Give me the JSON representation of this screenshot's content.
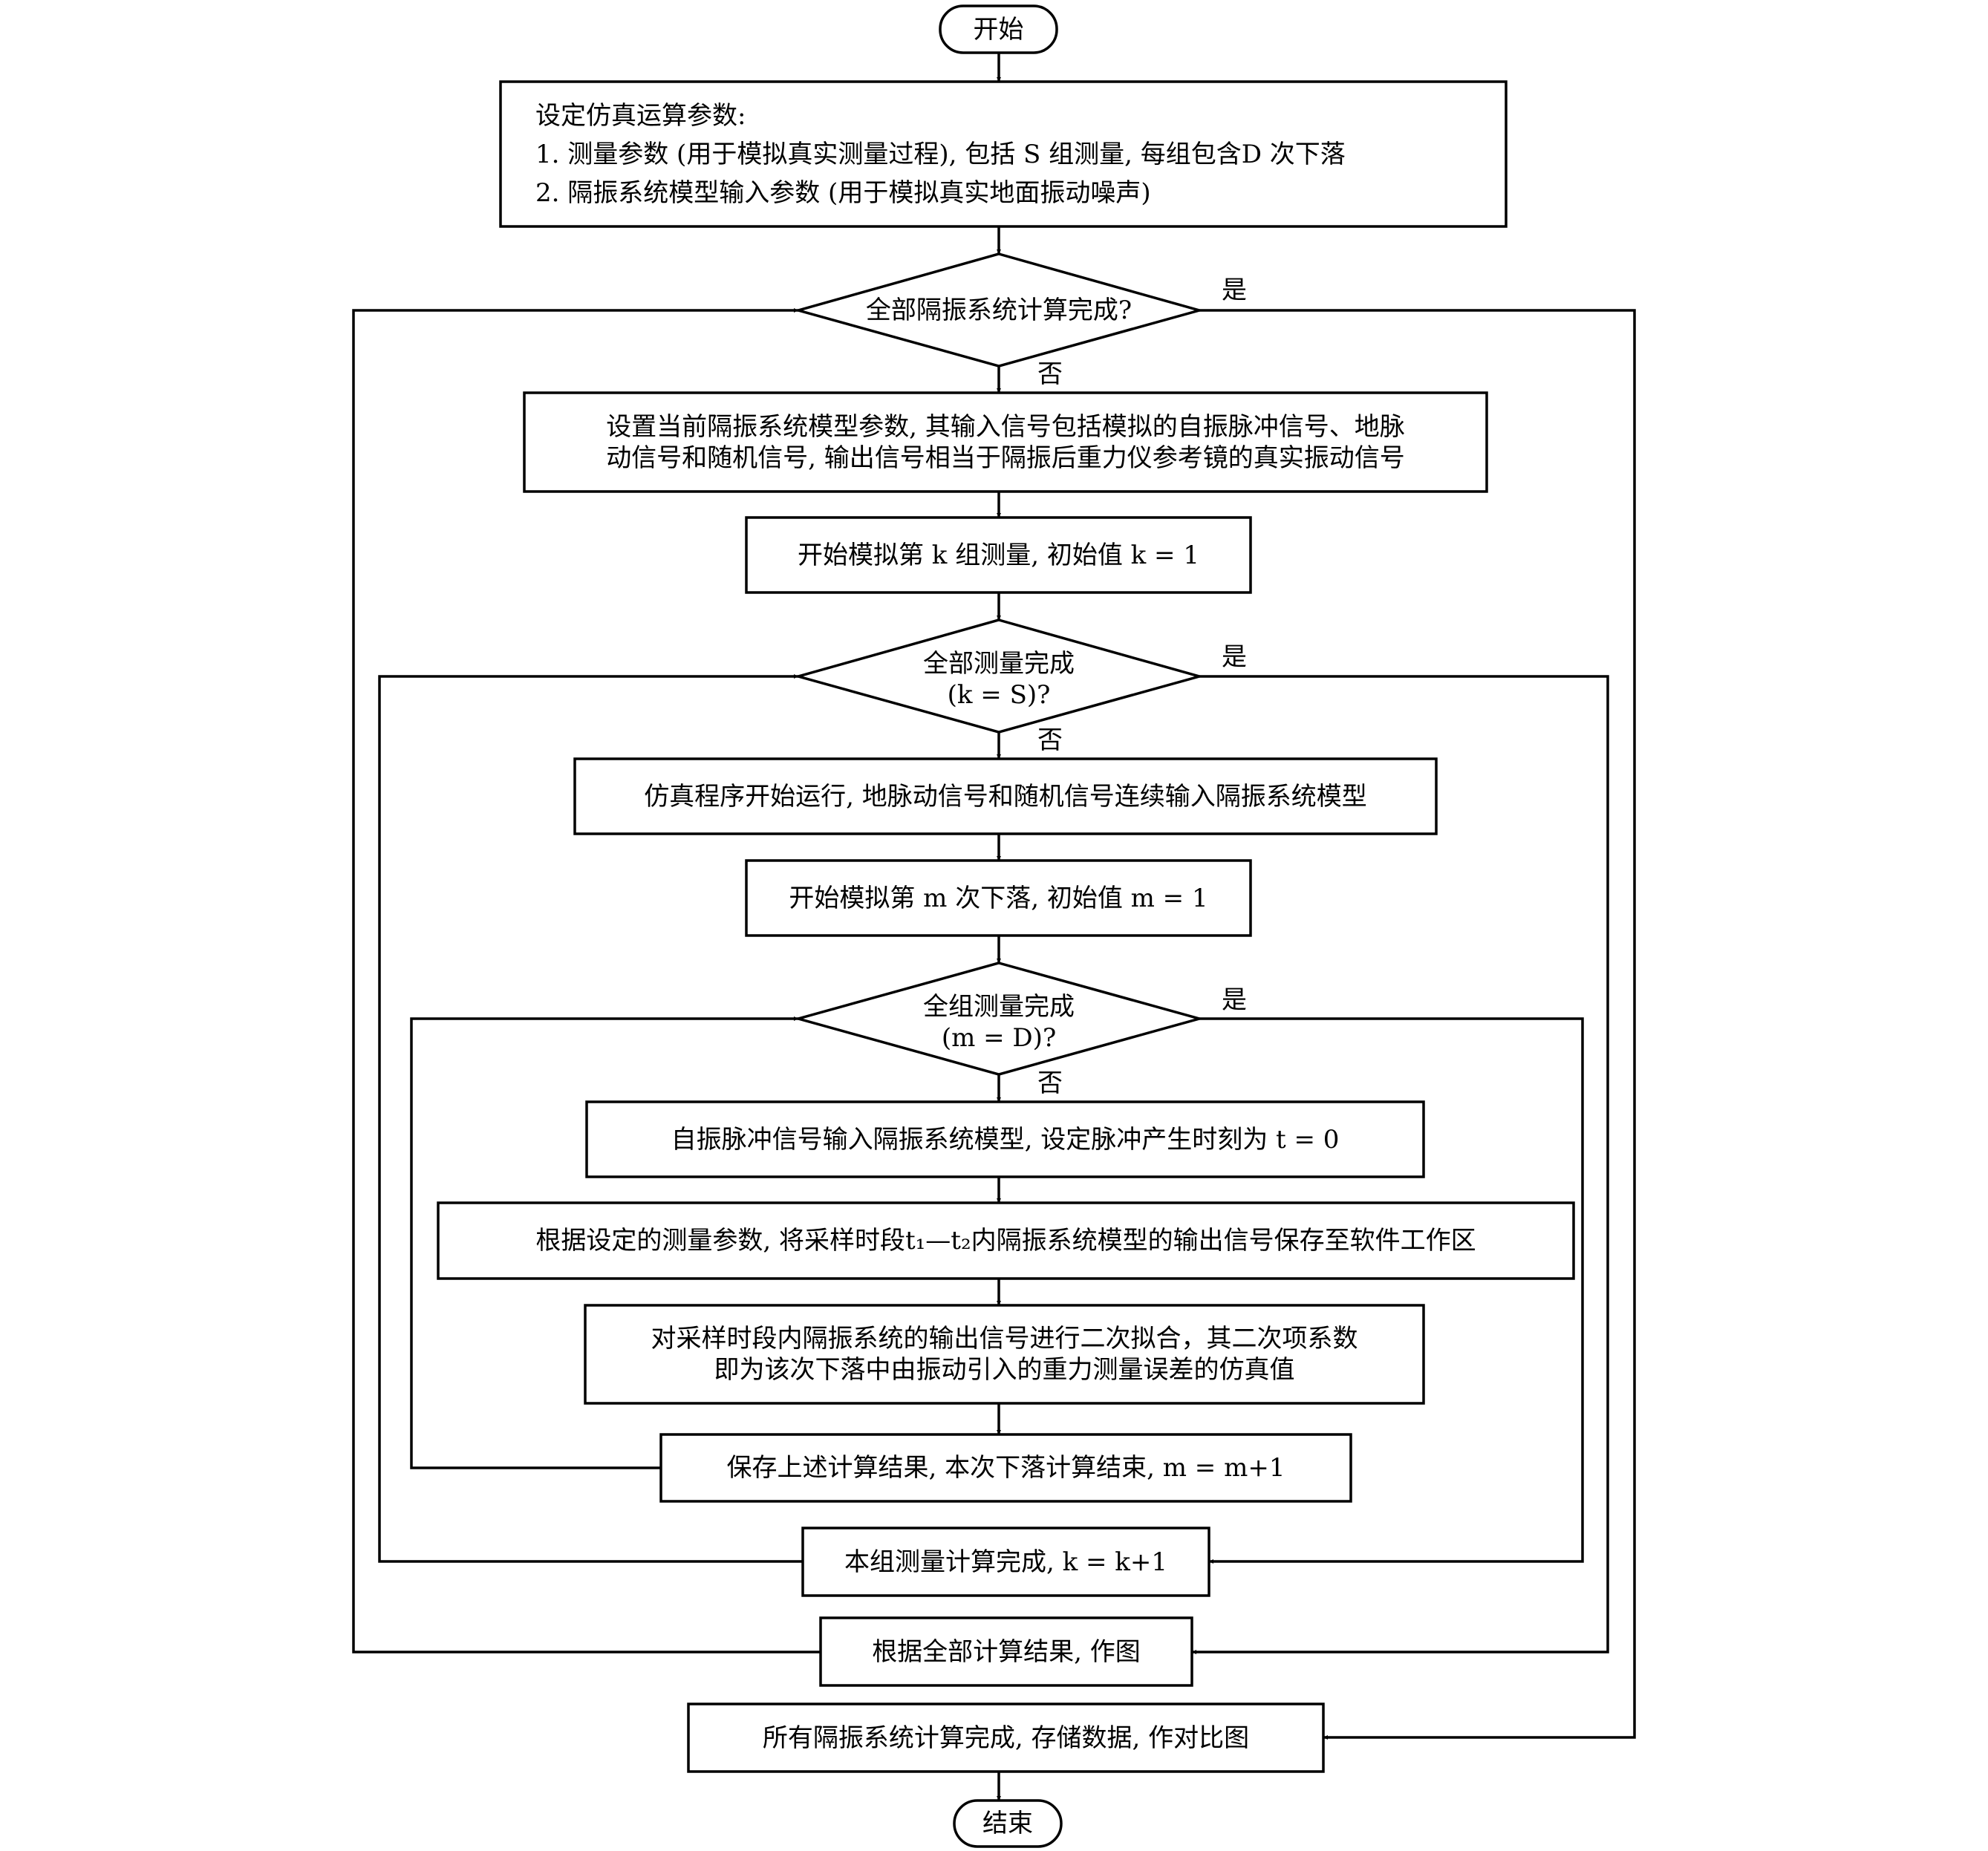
{
  "diagram": {
    "type": "flowchart",
    "start": "开始",
    "end": "结束",
    "yes_label": "是",
    "no_label": "否",
    "setup": {
      "title": "设定仿真运算参数:",
      "item1": "1. 测量参数 (用于模拟真实测量过程), 包括 S 组测量, 每组包含D 次下落",
      "item2": "2. 隔振系统模型输入参数 (用于模拟真实地面振动噪声)"
    },
    "decision_all_systems": "全部隔振系统计算完成?",
    "set_model": {
      "line1": "设置当前隔振系统模型参数, 其输入信号包括模拟的自振脉冲信号、地脉",
      "line2": "动信号和随机信号, 输出信号相当于隔振后重力仪参考镜的真实振动信号"
    },
    "start_group": "开始模拟第 k 组测量, 初始值 k = 1",
    "decision_all_groups": {
      "line1": "全部测量完成",
      "line2": "(k = S)?"
    },
    "run_sim": "仿真程序开始运行, 地脉动信号和随机信号连续输入隔振系统模型",
    "start_drop": "开始模拟第 m 次下落, 初始值 m = 1",
    "decision_group_done": {
      "line1": "全组测量完成",
      "line2": "(m = D)?"
    },
    "impulse": "自振脉冲信号输入隔振系统模型, 设定脉冲产生时刻为 t = 0",
    "save_output": "根据设定的测量参数, 将采样时段t₁—t₂内隔振系统模型的输出信号保存至软件工作区",
    "fit": {
      "line1": "对采样时段内隔振系统的输出信号进行二次拟合，其二次项系数",
      "line2": "即为该次下落中由振动引入的重力测量误差的仿真值"
    },
    "save_drop": "保存上述计算结果, 本次下落计算结束, m = m+1",
    "group_done": "本组测量计算完成, k = k+1",
    "plot": "根据全部计算结果, 作图",
    "all_done": "所有隔振系统计算完成, 存储数据, 作对比图"
  }
}
